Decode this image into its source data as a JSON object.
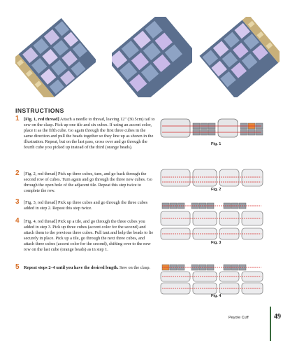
{
  "instructions_title": "INSTRUCTIONS",
  "steps": [
    {
      "num": "1",
      "bold": "[Fig. 1, red thread]",
      "text": " Attach a needle to thread, leaving 12\" (30.5cm) tail to sew on the clasp. Pick up one tile and six cubes. If using an accent color, place it as the fifth cube. Go again through the first three cubes in the same direction and pull the beads together so they line up as shown in the illustration. Repeat, but on the last pass, cross over and go through the fourth cube you picked up instead of the third (orange beads)."
    },
    {
      "num": "2",
      "bold": "",
      "text": "[Fig. 2, red thread] Pick up three cubes, turn, and go back through the second row of cubes. Turn again and go through the three new cubes. Go through the open hole of the adjacent tile. Repeat this step twice to complete the row."
    },
    {
      "num": "3",
      "bold": "",
      "text": "[Fig. 3, red thread] Pick up three cubes and go through the three cubes added in step 2. Repeat this step twice."
    },
    {
      "num": "4",
      "bold": "",
      "text": "[Fig. 4, red thread] Pick up a tile, and go through the three cubes you added in step 3. Pick up three cubes (accent color for the second) and attach them to the previous three cubes. Pull taut and help the beads to lie securely in place. Pick up a tile, go through the next three cubes, and attach three cubes (accent color for the second), shifting over to the new row on the last cube (orange beads) as in step 1."
    },
    {
      "num": "5",
      "bold": "Repeat steps 2–4 until you have the desired length.",
      "text": " Sew on the clasp."
    }
  ],
  "figures": {
    "fig1": "Fig. 1",
    "fig2": "Fig. 2",
    "fig3": "Fig. 3",
    "fig4": "Fig. 4"
  },
  "footer": {
    "title": "Peyote Cuff",
    "page_number": "49",
    "bar_color": "#3a6b3e"
  },
  "colors": {
    "accent_step_number": "#d86f27",
    "thread_red": "#d62a2a",
    "bead_orange": "#e8893a"
  }
}
